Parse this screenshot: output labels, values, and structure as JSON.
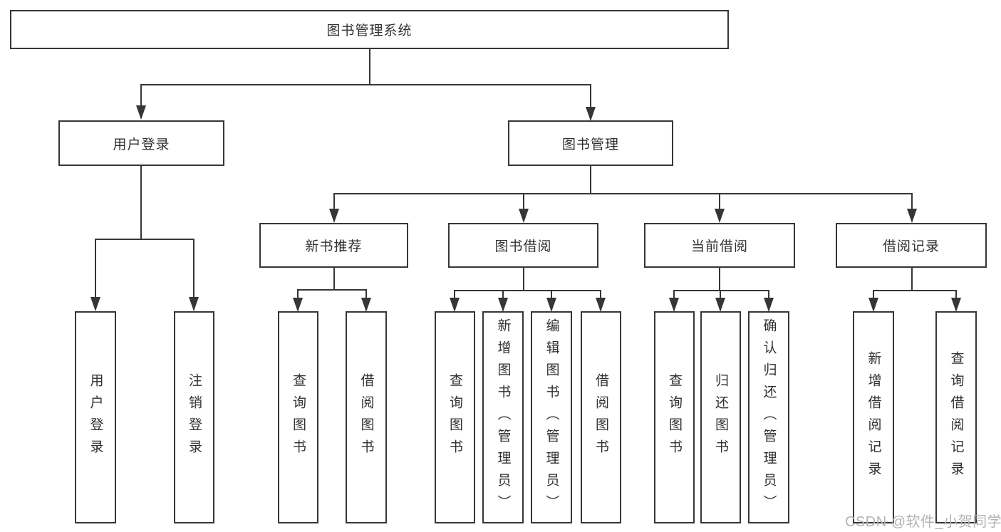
{
  "tree": {
    "root": {
      "label": "图书管理系统"
    },
    "level2": [
      {
        "label": "用户登录",
        "leaves": [
          {
            "label": "用户登录"
          },
          {
            "label": "注销登录"
          }
        ]
      },
      {
        "label": "图书管理",
        "groups": [
          {
            "label": "新书推荐",
            "leaves": [
              {
                "label": "查询图书"
              },
              {
                "label": "借阅图书"
              }
            ]
          },
          {
            "label": "图书借阅",
            "leaves": [
              {
                "label": "查询图书"
              },
              {
                "label": "新增图书（管理员）"
              },
              {
                "label": "编辑图书（管理员）"
              },
              {
                "label": "借阅图书"
              }
            ]
          },
          {
            "label": "当前借阅",
            "leaves": [
              {
                "label": "查询图书"
              },
              {
                "label": "归还图书"
              },
              {
                "label": "确认归还（管理员）"
              }
            ]
          },
          {
            "label": "借阅记录",
            "leaves": [
              {
                "label": "新增借阅记录"
              },
              {
                "label": "查询借阅记录"
              }
            ]
          }
        ]
      }
    ]
  },
  "watermark": {
    "text": "CSDN @软件_小贺同学"
  },
  "colors": {
    "line": "#363636",
    "text": "#303030",
    "watermark": "#b3b3b3",
    "background": "#ffffff"
  }
}
